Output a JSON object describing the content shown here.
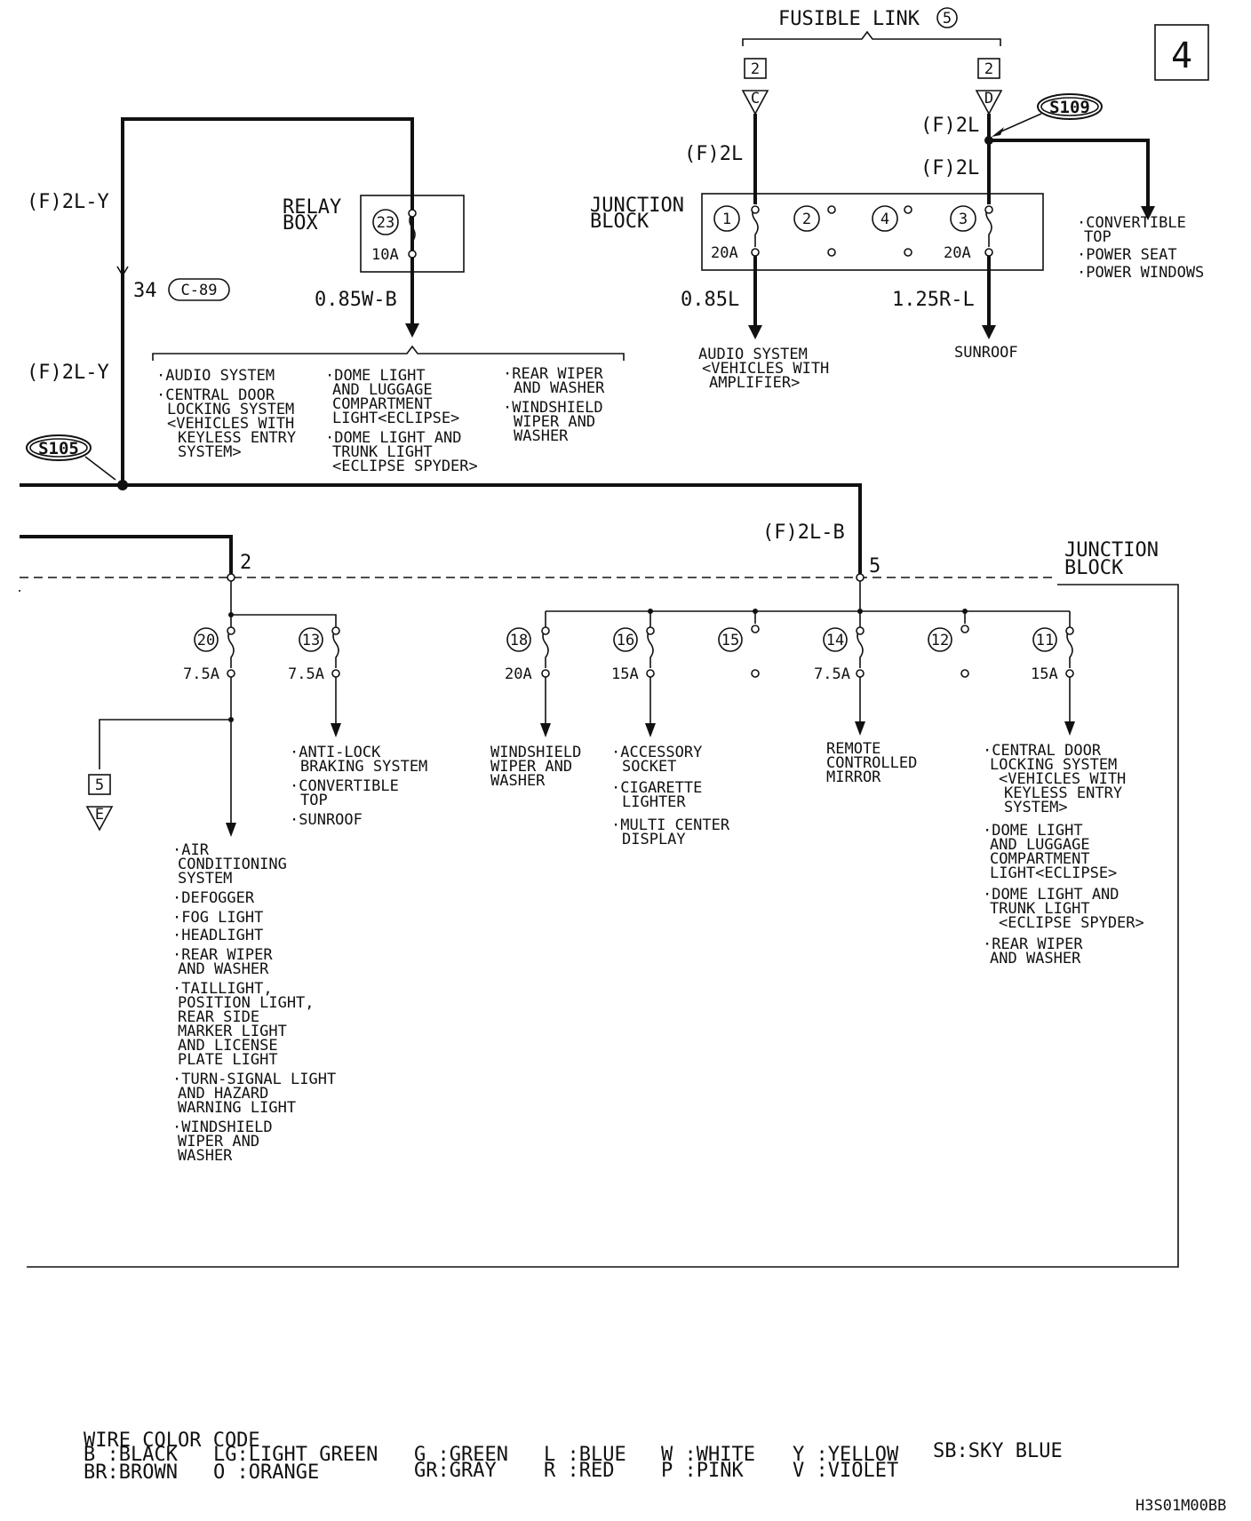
{
  "page_number": "4",
  "fusible_link": {
    "title": "FUSIBLE LINK",
    "number": "5",
    "term_c_num": "2",
    "term_c": "C",
    "term_d_num": "2",
    "term_d": "D"
  },
  "splices": {
    "s109": "S109",
    "s105": "S105"
  },
  "wires": {
    "fl_c": "(F)2L",
    "fl_d_top": "(F)2L",
    "fl_d_bot": "(F)2L",
    "main_y_top": "(F)2L-Y",
    "main_y_bot": "(F)2L-Y",
    "connector_pin": "34",
    "connector_id": "C-89",
    "relay_out": "0.85W-B",
    "jb_out1": "0.85L",
    "jb_out3": "1.25R-L",
    "main_b": "(F)2L-B"
  },
  "relay_box": {
    "title1": "RELAY",
    "title2": "BOX",
    "fuse": "23",
    "amp": "10A"
  },
  "junction_block_top": {
    "title1": "JUNCTION",
    "title2": "BLOCK",
    "fuses": [
      "1",
      "2",
      "4",
      "3"
    ],
    "amp1": "20A",
    "amp3": "20A"
  },
  "s109_loads": [
    "·CONVERTIBLE",
    "TOP",
    "·POWER SEAT",
    "·POWER WINDOWS"
  ],
  "audio_amp": [
    "AUDIO SYSTEM",
    "<VEHICLES WITH",
    "AMPLIFIER>"
  ],
  "sunroof": "SUNROOF",
  "relay_loads": {
    "col1": [
      "·AUDIO SYSTEM",
      "·CENTRAL DOOR",
      "LOCKING SYSTEM",
      "<VEHICLES WITH",
      "KEYLESS ENTRY",
      "SYSTEM>"
    ],
    "col2": [
      "·DOME LIGHT",
      "AND LUGGAGE",
      "COMPARTMENT",
      "LIGHT<ECLIPSE>",
      "·DOME LIGHT AND",
      "TRUNK LIGHT",
      "<ECLIPSE SPYDER>"
    ],
    "col3": [
      "·REAR WIPER",
      "AND WASHER",
      "·WINDSHIELD",
      "WIPER AND",
      "WASHER"
    ]
  },
  "junction_block_main": {
    "title1": "JUNCTION",
    "title2": "BLOCK",
    "pin2": "2",
    "pin5": "5",
    "fuses": [
      {
        "num": "20",
        "amp": "7.5A"
      },
      {
        "num": "13",
        "amp": "7.5A"
      },
      {
        "num": "18",
        "amp": "20A"
      },
      {
        "num": "16",
        "amp": "15A"
      },
      {
        "num": "15",
        "amp": ""
      },
      {
        "num": "14",
        "amp": "7.5A"
      },
      {
        "num": "12",
        "amp": ""
      },
      {
        "num": "11",
        "amp": "15A"
      }
    ]
  },
  "off_page": {
    "num": "5",
    "letter": "E"
  },
  "loads": {
    "f20": [
      "·AIR",
      "CONDITIONING",
      "SYSTEM",
      "·DEFOGGER",
      "·FOG LIGHT",
      "·HEADLIGHT",
      "·REAR WIPER",
      "AND WASHER",
      "·TAILLIGHT,",
      "POSITION LIGHT,",
      "REAR SIDE",
      "MARKER LIGHT",
      "AND LICENSE",
      "PLATE LIGHT",
      "·TURN-SIGNAL LIGHT",
      "AND HAZARD",
      "WARNING LIGHT",
      "·WINDSHIELD",
      "WIPER AND",
      "WASHER"
    ],
    "f13": [
      "·ANTI-LOCK",
      "BRAKING SYSTEM",
      "·CONVERTIBLE",
      "TOP",
      "·SUNROOF"
    ],
    "f18": [
      "WINDSHIELD",
      "WIPER AND",
      "WASHER"
    ],
    "f16": [
      "·ACCESSORY",
      "SOCKET",
      "·CIGARETTE",
      "LIGHTER",
      "·MULTI CENTER",
      "DISPLAY"
    ],
    "f14": [
      "REMOTE",
      "CONTROLLED",
      "MIRROR"
    ],
    "f11": [
      "·CENTRAL DOOR",
      "LOCKING SYSTEM",
      "<VEHICLES WITH",
      "KEYLESS ENTRY",
      "SYSTEM>",
      "·DOME LIGHT",
      "AND LUGGAGE",
      "COMPARTMENT",
      "LIGHT<ECLIPSE>",
      "·DOME LIGHT AND",
      "TRUNK LIGHT",
      "<ECLIPSE SPYDER>",
      "·REAR WIPER",
      "AND WASHER"
    ]
  },
  "legend": {
    "title": "WIRE COLOR CODE",
    "rows": [
      [
        "B :BLACK",
        "LG:LIGHT GREEN",
        "G :GREEN",
        "L :BLUE",
        "W :WHITE",
        "Y :YELLOW",
        "SB:SKY BLUE"
      ],
      [
        "BR:BROWN",
        "O :ORANGE",
        "GR:GRAY",
        "R :RED",
        "P :PINK",
        "V :VIOLET",
        ""
      ]
    ]
  },
  "figure_code": "H3S01M00BB"
}
